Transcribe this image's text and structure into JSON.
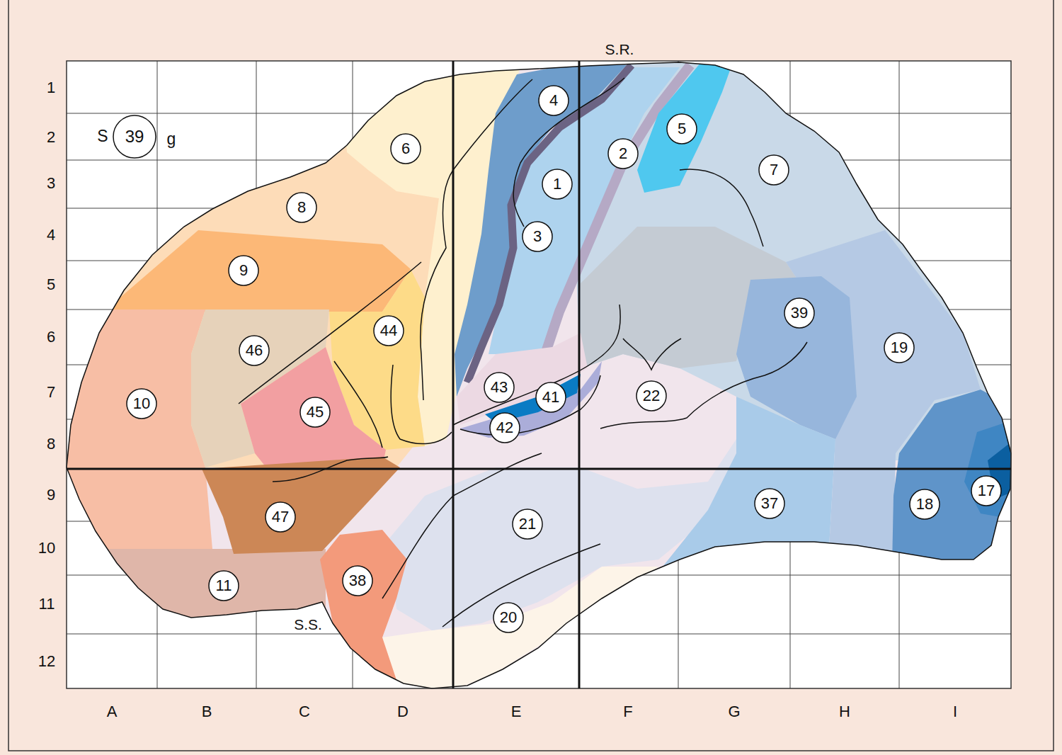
{
  "diagram": {
    "nodes": [
      {
        "text": [
          "4"
        ]
      },
      {
        "text": [
          "5"
        ]
      },
      {
        "text": [
          "39"
        ]
      },
      {
        "text": [
          "6"
        ]
      },
      {
        "text": [
          "2"
        ]
      },
      {
        "text": [
          "7"
        ]
      },
      {
        "text": [
          "1"
        ]
      },
      {
        "text": [
          "8"
        ]
      },
      {
        "text": [
          "3"
        ]
      },
      {
        "text": [
          "9"
        ]
      },
      {
        "text": [
          "39"
        ]
      },
      {
        "text": [
          "44"
        ]
      },
      {
        "text": [
          "19"
        ]
      },
      {
        "text": [
          "46"
        ]
      },
      {
        "text": [
          "43"
        ]
      },
      {
        "text": [
          "22"
        ]
      },
      {
        "text": [
          "41"
        ]
      },
      {
        "text": [
          "10"
        ]
      },
      {
        "text": [
          "45"
        ]
      },
      {
        "text": [
          "42"
        ]
      },
      {
        "text": [
          "17"
        ]
      },
      {
        "text": [
          "37"
        ]
      },
      {
        "text": [
          "18"
        ]
      },
      {
        "text": [
          "47"
        ]
      },
      {
        "text": [
          "21"
        ]
      },
      {
        "text": [
          "38"
        ]
      },
      {
        "text": [
          "11"
        ]
      },
      {
        "text": [
          "20"
        ]
      }
    ],
    "labels": [
      "S.R.",
      "S",
      "g",
      "S.S.",
      "1",
      "2",
      "3",
      "4",
      "5",
      "6",
      "7",
      "8",
      "9",
      "10",
      "11",
      "12",
      "A",
      "B",
      "C",
      "D",
      "E",
      "F",
      "G",
      "H",
      "I"
    ]
  }
}
